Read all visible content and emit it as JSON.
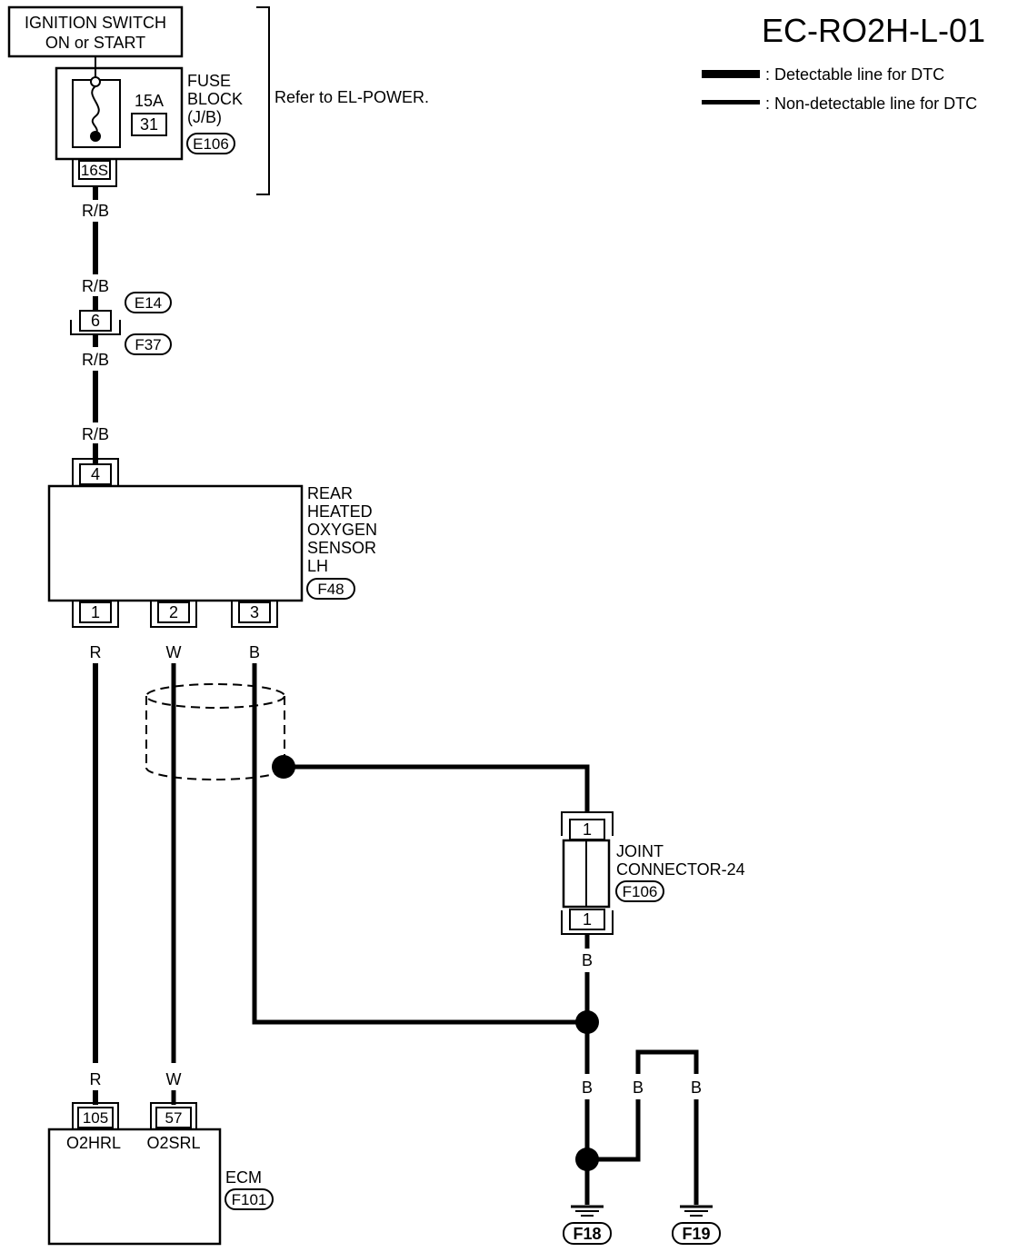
{
  "diagram_id": "EC-RO2H-L-01",
  "legend": {
    "detectable": ": Detectable line for DTC",
    "non_detectable": ": Non-detectable line for DTC"
  },
  "ignition": {
    "line1": "IGNITION SWITCH",
    "line2": "ON or START"
  },
  "fuse_block": {
    "line1": "FUSE",
    "line2": "BLOCK",
    "line3": "(J/B)",
    "connector": "E106",
    "amperage": "15A",
    "fuse_no": "31",
    "terminal": "16S"
  },
  "refer_text": "Refer to EL-POWER.",
  "wire_colors": {
    "rb": "R/B",
    "r": "R",
    "w": "W",
    "b": "B"
  },
  "inline_connector": {
    "pin": "6",
    "top": "E14",
    "bottom": "F37"
  },
  "sensor": {
    "line1": "REAR",
    "line2": "HEATED",
    "line3": "OXYGEN",
    "line4": "SENSOR",
    "line5": "LH",
    "connector": "F48",
    "pins": [
      "4",
      "1",
      "2",
      "3"
    ]
  },
  "joint": {
    "line1": "JOINT",
    "line2": "CONNECTOR-24",
    "connector": "F106",
    "pin_top": "1",
    "pin_bottom": "1"
  },
  "ecm": {
    "label": "ECM",
    "connector": "F101",
    "pin1": "105",
    "pin1_name": "O2HRL",
    "pin2": "57",
    "pin2_name": "O2SRL"
  },
  "grounds": [
    "F18",
    "F19"
  ]
}
